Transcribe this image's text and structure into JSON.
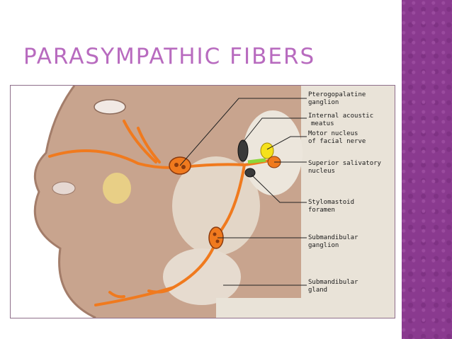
{
  "slide": {
    "title": "PARASYMPATHIC FIBERS",
    "colors": {
      "background": "#ffffff",
      "accent_bar": "#8a3a8f",
      "title": "#b86bbf",
      "nerve": "#f07a1e",
      "nucleus_yellow": "#f5e11b",
      "nucleus_green": "#8cd63a"
    }
  },
  "figure": {
    "labels": {
      "pterygopalatine_1": "Pterogopalatine",
      "pterygopalatine_2": "ganglion",
      "internal_acoustic_1": "Internal acoustic",
      "internal_acoustic_2": "meatus",
      "motor_nucleus_1": "Motor nucleus",
      "motor_nucleus_2": "of facial nerve",
      "superior_salivatory_1": "Superior salivatory",
      "superior_salivatory_2": "nucleus",
      "stylomastoid_1": "Stylomastoid",
      "stylomastoid_2": "foramen",
      "submandibular_ganglion_1": "Submandibular",
      "submandibular_ganglion_2": "ganglion",
      "submandibular_gland_1": "Submandibular",
      "submandibular_gland_2": "gland"
    },
    "icons": [
      "pterygopalatine-ganglion",
      "submandibular-ganglion",
      "motor-nucleus",
      "salivatory-nucleus",
      "facial-nerve-pathway"
    ]
  }
}
